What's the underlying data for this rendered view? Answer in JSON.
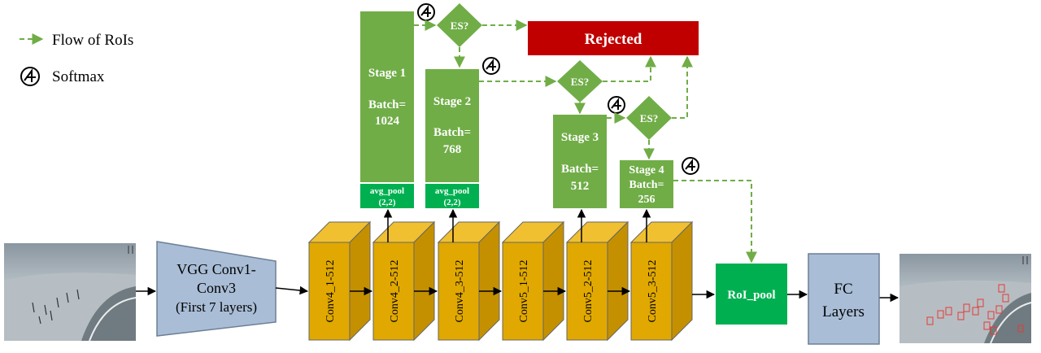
{
  "legend": {
    "flow_label": "Flow of RoIs",
    "softmax_label": "Softmax"
  },
  "rejected": {
    "label": "Rejected"
  },
  "decisions": [
    "ES?",
    "ES?",
    "ES?"
  ],
  "stages": [
    {
      "name": "Stage 1",
      "batch_label": "Batch=",
      "batch_value": "1024",
      "pool_line1": "avg_pool",
      "pool_line2": "(2,2)"
    },
    {
      "name": "Stage 2",
      "batch_label": "Batch=",
      "batch_value": "768",
      "pool_line1": "avg_pool",
      "pool_line2": "(2,2)"
    },
    {
      "name": "Stage 3",
      "batch_label": "Batch=",
      "batch_value": "512"
    },
    {
      "name": "Stage 4",
      "batch_label": "Batch=",
      "batch_value": "256"
    }
  ],
  "vgg": {
    "line1": "VGG Conv1-",
    "line2": "Conv3",
    "line3": "(First 7 layers)"
  },
  "conv_layers": [
    "Conv4_1-512",
    "Conv4_2-512",
    "Conv4_3-512",
    "Conv5_1-512",
    "Conv5_2-512",
    "Conv5_3-512"
  ],
  "roi_pool": {
    "label": "RoI_pool"
  },
  "fc": {
    "line1": "FC",
    "line2": "Layers"
  },
  "colors": {
    "stage_green": "#70ad47",
    "pool_green": "#00b050",
    "rejected_red": "#c00000",
    "conv_gold": "#e0a800",
    "vgg_blue": "#a9bdd6",
    "arrow_green": "#70ad47"
  }
}
